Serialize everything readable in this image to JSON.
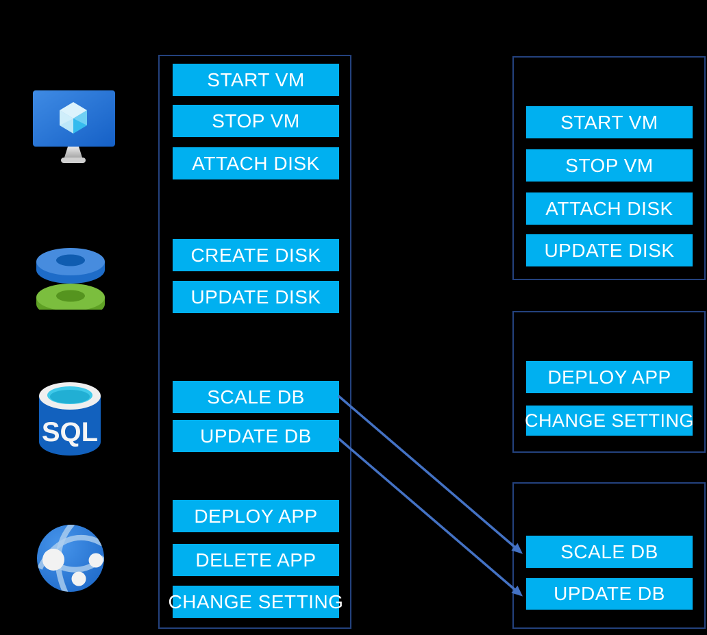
{
  "colors": {
    "background": "#000000",
    "button_fill": "#00B0F0",
    "button_text": "#FFFFFF",
    "panel_border": "#24427E",
    "arrow": "#4472C4"
  },
  "resources": [
    {
      "id": "virtual-machine",
      "icon": "vm-monitor-icon"
    },
    {
      "id": "disks",
      "icon": "stacked-disks-icon"
    },
    {
      "id": "sql-database",
      "icon": "sql-database-icon",
      "label": "SQL"
    },
    {
      "id": "app-service",
      "icon": "app-service-globe-icon"
    }
  ],
  "middle_panel": {
    "groups": [
      {
        "resource": "virtual-machine",
        "operations": [
          "START VM",
          "STOP VM",
          "ATTACH DISK"
        ]
      },
      {
        "resource": "disks",
        "operations": [
          "CREATE DISK",
          "UPDATE DISK"
        ]
      },
      {
        "resource": "sql-database",
        "operations": [
          "SCALE DB",
          "UPDATE DB"
        ]
      },
      {
        "resource": "app-service",
        "operations": [
          "DEPLOY APP",
          "DELETE APP",
          "CHANGE SETTING"
        ]
      }
    ]
  },
  "right_panels": [
    {
      "operations": [
        "START VM",
        "STOP VM",
        "ATTACH DISK",
        "UPDATE DISK"
      ]
    },
    {
      "operations": [
        "DEPLOY APP",
        "CHANGE SETTING"
      ]
    },
    {
      "operations": [
        "SCALE DB",
        "UPDATE DB"
      ]
    }
  ],
  "arrows": [
    {
      "from": "SCALE DB",
      "to": "SCALE DB"
    },
    {
      "from": "UPDATE DB",
      "to": "UPDATE DB"
    }
  ]
}
